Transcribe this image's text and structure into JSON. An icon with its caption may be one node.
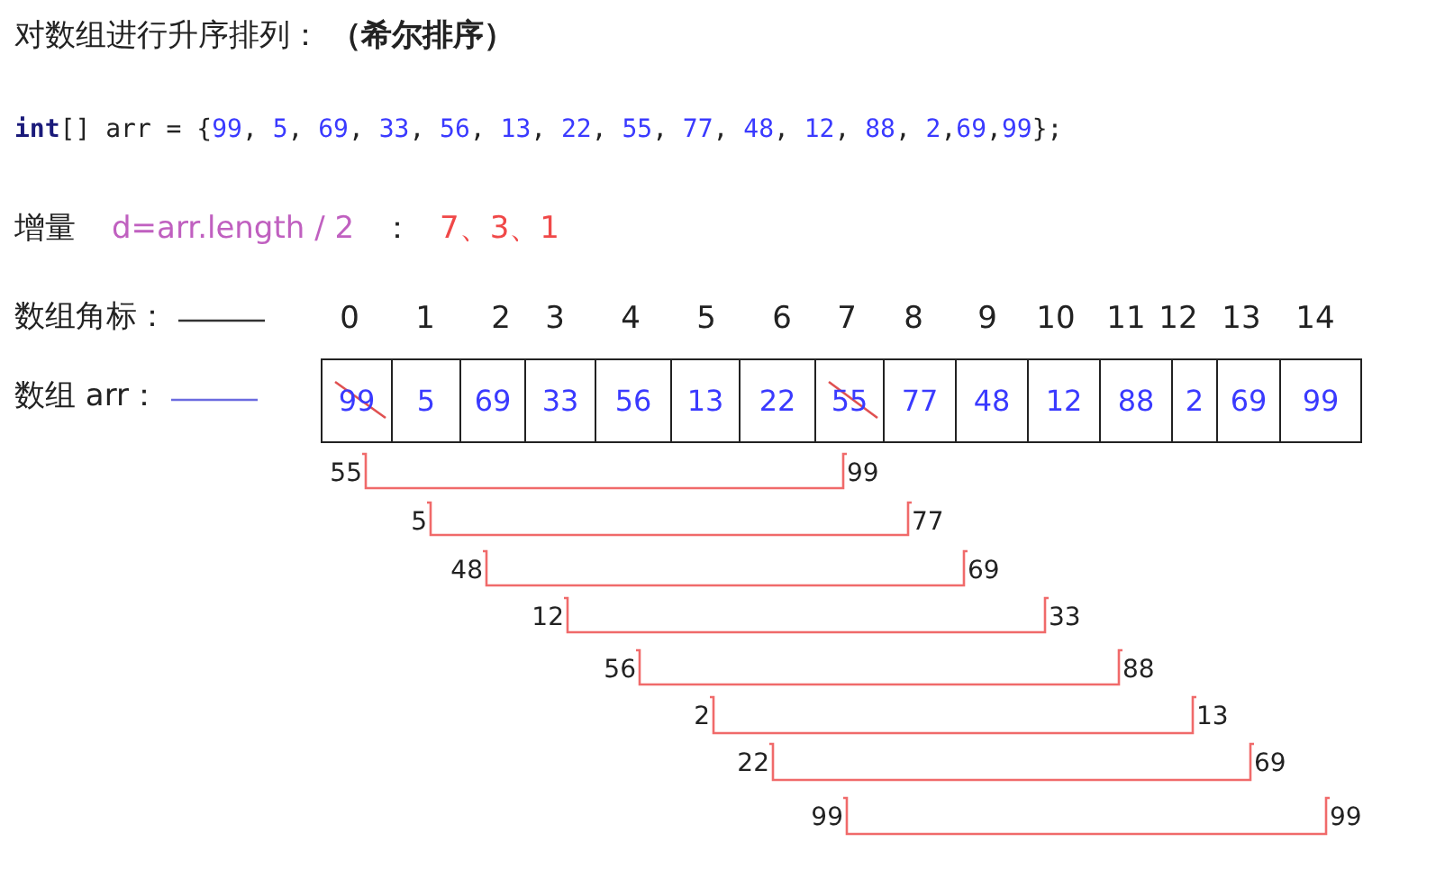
{
  "diagram": {
    "title": "对数组进行升序排列：  **（希尔排序）**",
    "nodes": [
      {
        "text": [
          "数组角标："
        ]
      },
      {
        "text": [
          "数组 arr："
        ]
      },
      {
        "text": [
          "99"
        ]
      },
      {
        "text": [
          "5"
        ]
      },
      {
        "text": [
          "69"
        ]
      },
      {
        "text": [
          "33"
        ]
      },
      {
        "text": [
          "56"
        ]
      },
      {
        "text": [
          "13"
        ]
      },
      {
        "text": [
          "22"
        ]
      },
      {
        "text": [
          "55"
        ]
      },
      {
        "text": [
          "77"
        ]
      },
      {
        "text": [
          "48"
        ]
      },
      {
        "text": [
          "12"
        ]
      },
      {
        "text": [
          "88"
        ]
      },
      {
        "text": [
          "2"
        ]
      },
      {
        "text": [
          "69"
        ]
      },
      {
        "text": [
          "99"
        ]
      },
      {
        "text": [
          "55"
        ]
      },
      {
        "text": [
          "99"
        ]
      },
      {
        "text": [
          "5"
        ]
      },
      {
        "text": [
          "77"
        ]
      },
      {
        "text": [
          "48"
        ]
      },
      {
        "text": [
          "69"
        ]
      },
      {
        "text": [
          "12"
        ]
      },
      {
        "text": [
          "33"
        ]
      },
      {
        "text": [
          "56"
        ]
      },
      {
        "text": [
          "88"
        ]
      },
      {
        "text": [
          "2"
        ]
      },
      {
        "text": [
          "13"
        ]
      },
      {
        "text": [
          "22"
        ]
      },
      {
        "text": [
          "69"
        ]
      },
      {
        "text": [
          "99"
        ]
      },
      {
        "text": [
          "99"
        ]
      }
    ],
    "edges": [
      {
        "from": 0,
        "to": null,
        "arrow": "none",
        "color": "#333333"
      },
      {
        "from": 1,
        "to": null,
        "arrow": "none",
        "color": "#6b6be0"
      },
      {
        "from": 17,
        "to": 18,
        "arrow": "none"
      },
      {
        "from": 19,
        "to": 20,
        "arrow": "none"
      },
      {
        "from": 21,
        "to": 22,
        "arrow": "none"
      },
      {
        "from": 23,
        "to": 24,
        "arrow": "none"
      },
      {
        "from": 25,
        "to": 26,
        "arrow": "none"
      },
      {
        "from": 27,
        "to": 28,
        "arrow": "none"
      },
      {
        "from": 29,
        "to": 30,
        "arrow": "none"
      },
      {
        "from": 31,
        "to": 32,
        "arrow": "none"
      }
    ],
    "labels": [
      "**int**[] arr = {99, 5, 69, 33, 56, 13, 22, 55, 77, 48, 12, 88, 2,69,99};",
      "增量",
      "d=arr.length / 2",
      "：",
      "7、3、1",
      "0",
      "1",
      "2",
      "3",
      "4",
      "5",
      "6",
      "7",
      "8",
      "9",
      "10",
      "11",
      "12",
      "13",
      "14"
    ]
  }
}
